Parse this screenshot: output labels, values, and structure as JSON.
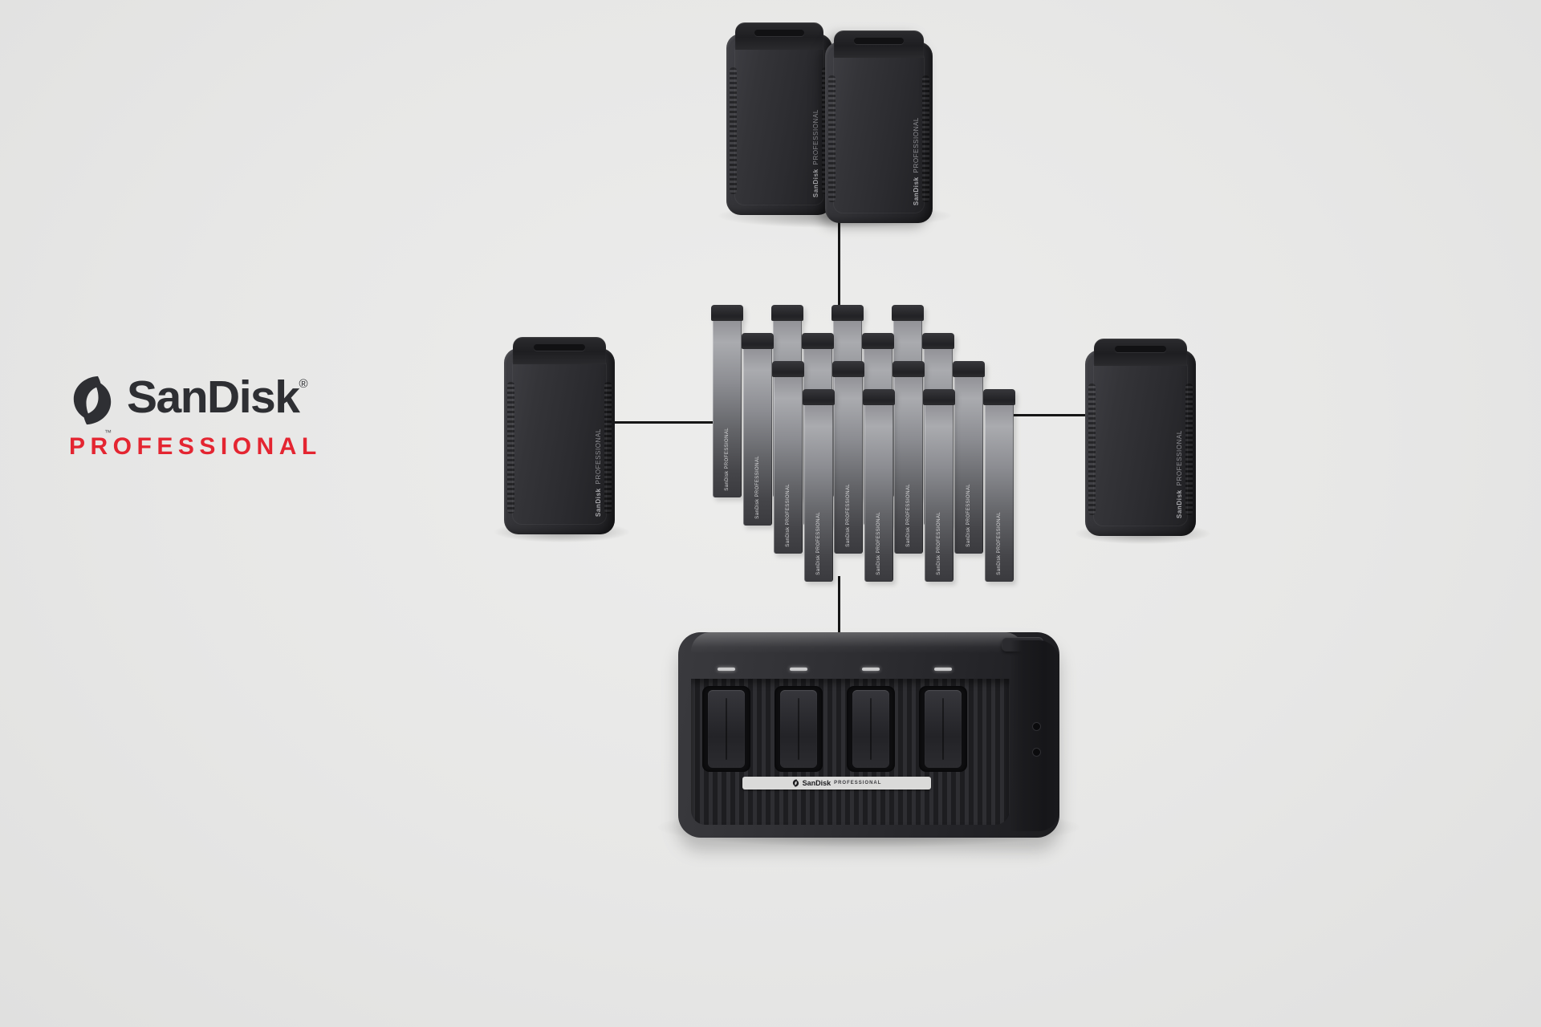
{
  "page": {
    "background_color": "#e7e7e6",
    "connector_color": "#161616"
  },
  "brand": {
    "name": "SanDisk",
    "registered_mark": "®",
    "icon_trademark": "™",
    "subtitle": "PROFESSIONAL",
    "name_color": "#2e2f33",
    "subtitle_color": "#e42531"
  },
  "labels": {
    "device_brand": "SanDisk",
    "device_sub": "PROFESSIONAL",
    "mag_label": "SanDisk PROFESSIONAL",
    "station_brand": "SanDisk",
    "station_sub": "PROFESSIONAL"
  },
  "diagram": {
    "nodes": {
      "top_enclosure_pair_count": 2,
      "left_enclosure_count": 1,
      "right_enclosure_count": 1,
      "ssd_mag_count": 16,
      "station_count": 1,
      "station_slot_count": 4,
      "station_led_count": 4
    },
    "connectors": [
      "top-pair-to-mag-grid",
      "left-enclosure-to-mag-grid",
      "mag-grid-to-right-enclosure",
      "mag-grid-to-station"
    ]
  }
}
